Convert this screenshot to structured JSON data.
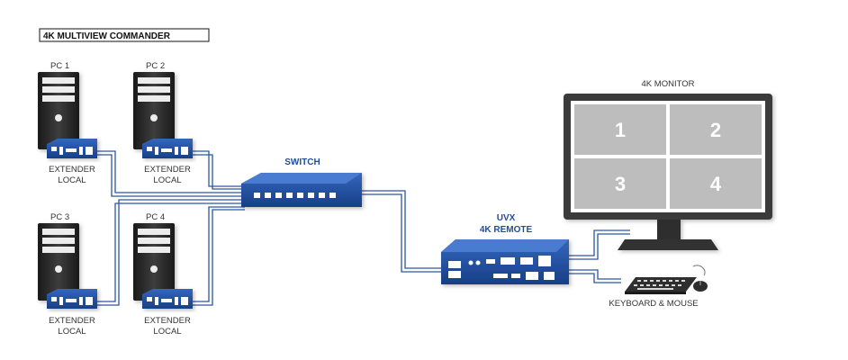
{
  "title": "4K MULTIVIEW COMMANDER",
  "pcs": [
    {
      "name": "PC 1",
      "extender_line1": "EXTENDER",
      "extender_line2": "LOCAL"
    },
    {
      "name": "PC 2",
      "extender_line1": "EXTENDER",
      "extender_line2": "LOCAL"
    },
    {
      "name": "PC 3",
      "extender_line1": "EXTENDER",
      "extender_line2": "LOCAL"
    },
    {
      "name": "PC 4",
      "extender_line1": "EXTENDER",
      "extender_line2": "LOCAL"
    }
  ],
  "switch": {
    "label": "SWITCH"
  },
  "remote": {
    "line1": "UVX",
    "line2": "4K REMOTE"
  },
  "monitor": {
    "label": "4K MONITOR",
    "quadrants": [
      "1",
      "2",
      "3",
      "4"
    ]
  },
  "peripherals": {
    "label": "KEYBOARD & MOUSE"
  },
  "colors": {
    "device_blue": "#1f4e9c",
    "cable_blue": "#2a56a8",
    "monitor_frame": "#3a3a3a",
    "quadrant_gray": "#bdbdbd"
  }
}
